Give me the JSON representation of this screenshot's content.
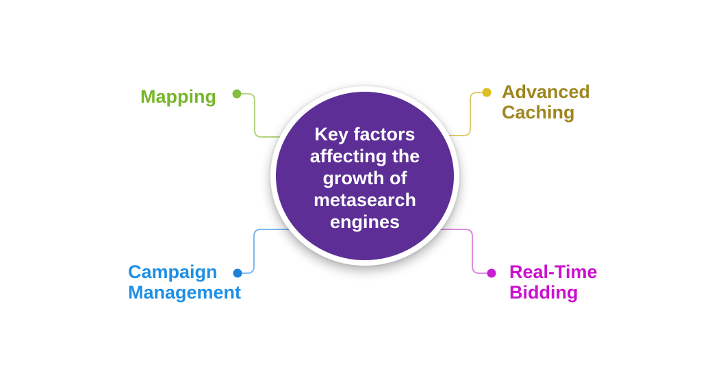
{
  "diagram": {
    "type": "radial-spoke-infographic",
    "background_color": "#ffffff",
    "center": {
      "title": "Key factors\naffecting the\ngrowth of\nmetasearch\nengines",
      "fill_color": "#5D2E96",
      "ring_color": "#ffffff",
      "text_color": "#ffffff"
    },
    "factors": [
      {
        "id": "mapping",
        "label": "Mapping",
        "position": "top-left",
        "text_color": "#77B62A",
        "dot_color": "#85BE3F",
        "line_color": "#B2D47E"
      },
      {
        "id": "advanced-caching",
        "label": "Advanced\nCaching",
        "position": "top-right",
        "text_color": "#9E861E",
        "dot_color": "#DDBE1E",
        "line_color": "#E0CC6E"
      },
      {
        "id": "campaign-management",
        "label": "Campaign\nManagement",
        "position": "bottom-left",
        "text_color": "#1E8FE4",
        "dot_color": "#1E82DB",
        "line_color": "#7CB9EE"
      },
      {
        "id": "real-time-bidding",
        "label": "Real-Time\nBidding",
        "position": "bottom-right",
        "text_color": "#CB10CD",
        "dot_color": "#C81FD3",
        "line_color": "#DB8CE1"
      }
    ]
  }
}
